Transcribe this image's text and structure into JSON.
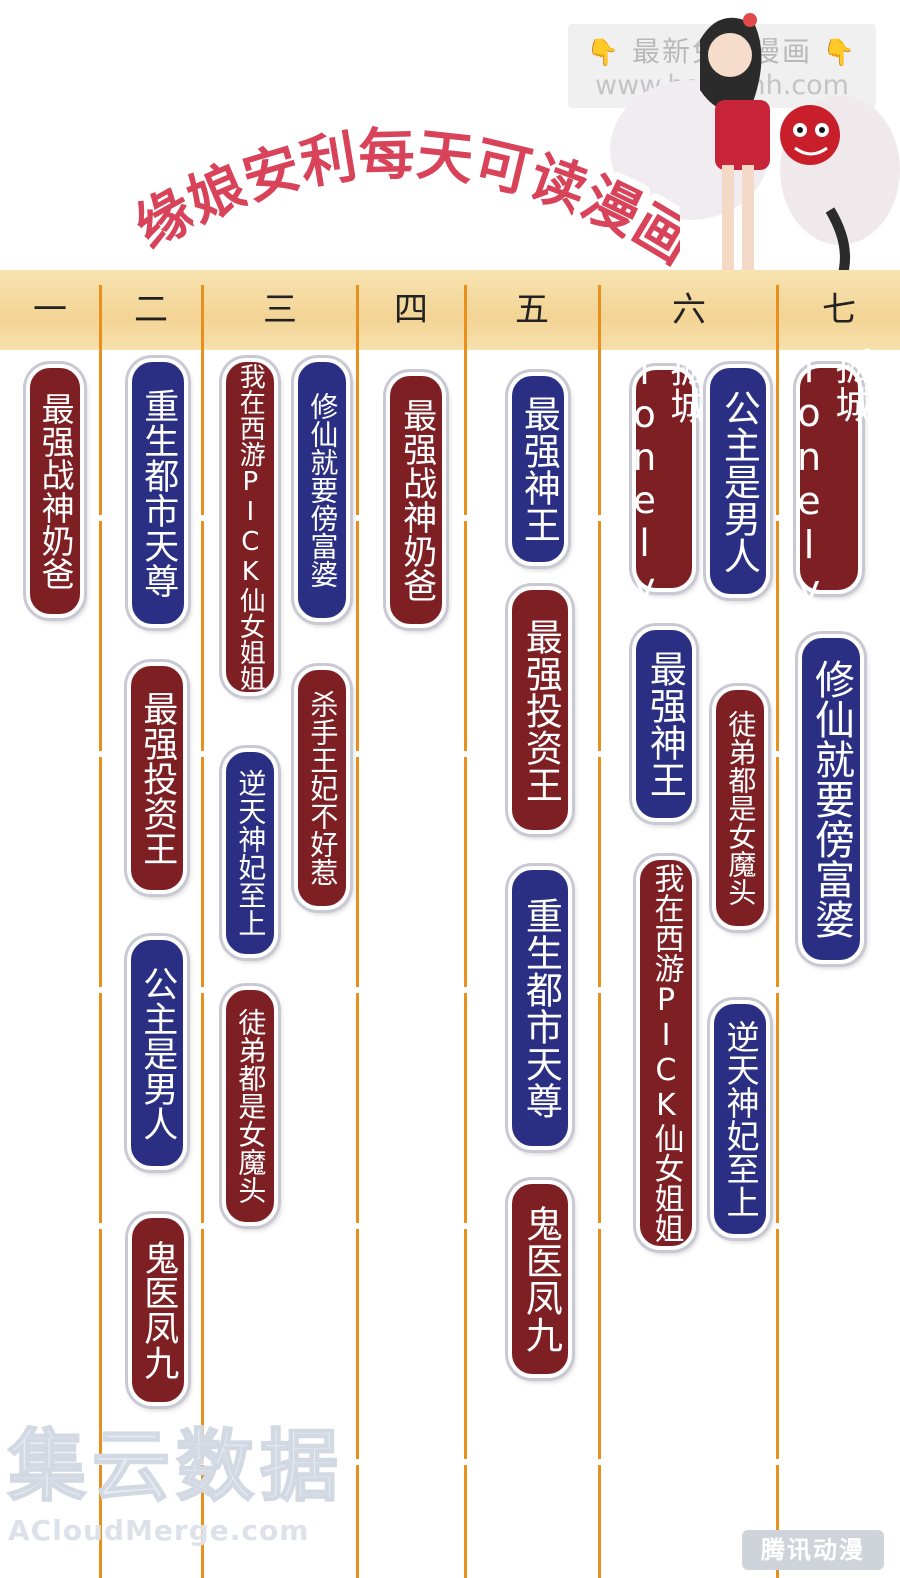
{
  "watermark_top": {
    "line1": "最新免费漫画",
    "line2": "www.baozimh.com",
    "hand_icon": "👇"
  },
  "banner_title": "缘娘安利每天可读漫画",
  "days": [
    "一",
    "二",
    "三",
    "四",
    "五",
    "六",
    "七"
  ],
  "schedule": [
    {
      "day": "一",
      "titles": [
        {
          "text": "最强战神奶爸",
          "color": "red"
        }
      ]
    },
    {
      "day": "二",
      "titles": [
        {
          "text": "重生都市天尊",
          "color": "blue"
        },
        {
          "text": "最强投资王",
          "color": "red"
        },
        {
          "text": "公主是男人",
          "color": "blue"
        },
        {
          "text": "鬼医凤九",
          "color": "red"
        }
      ]
    },
    {
      "day": "三",
      "titles": [
        {
          "text": "我在西游PICK仙女姐姐",
          "color": "red"
        },
        {
          "text": "修仙就要傍富婆",
          "color": "blue"
        },
        {
          "text": "杀手王妃不好惹",
          "color": "red"
        },
        {
          "text": "逆天神妃至上",
          "color": "blue"
        },
        {
          "text": "徒弟都是女魔头",
          "color": "red"
        }
      ]
    },
    {
      "day": "四",
      "titles": [
        {
          "text": "最强战神奶爸",
          "color": "red"
        }
      ]
    },
    {
      "day": "五",
      "titles": [
        {
          "text": "最强神王",
          "color": "blue"
        },
        {
          "text": "最强投资王",
          "color": "red"
        },
        {
          "text": "重生都市天尊",
          "color": "blue"
        },
        {
          "text": "鬼医凤九",
          "color": "red"
        }
      ]
    },
    {
      "day": "六",
      "titles": [
        {
          "text": "孤城lonely",
          "color": "red"
        },
        {
          "text": "公主是男人",
          "color": "blue"
        },
        {
          "text": "最强神王",
          "color": "blue"
        },
        {
          "text": "徒弟都是女魔头",
          "color": "red"
        },
        {
          "text": "我在西游PICK仙女姐姐",
          "color": "red"
        },
        {
          "text": "逆天神妃至上",
          "color": "blue"
        }
      ]
    },
    {
      "day": "七",
      "titles": [
        {
          "text": "孤城lonely",
          "color": "red"
        },
        {
          "text": "修仙就要傍富婆",
          "color": "blue"
        }
      ]
    }
  ],
  "watermark_bottom": {
    "big": "集云数据",
    "small": "ACloudMerge.com"
  },
  "watermark_corner": "腾讯动漫",
  "colors": {
    "red_tag": "#7e1f24",
    "blue_tag": "#2a2f83",
    "header_band": "#f3d495",
    "divider": "#e8901e",
    "banner_red": "#d8435a"
  }
}
